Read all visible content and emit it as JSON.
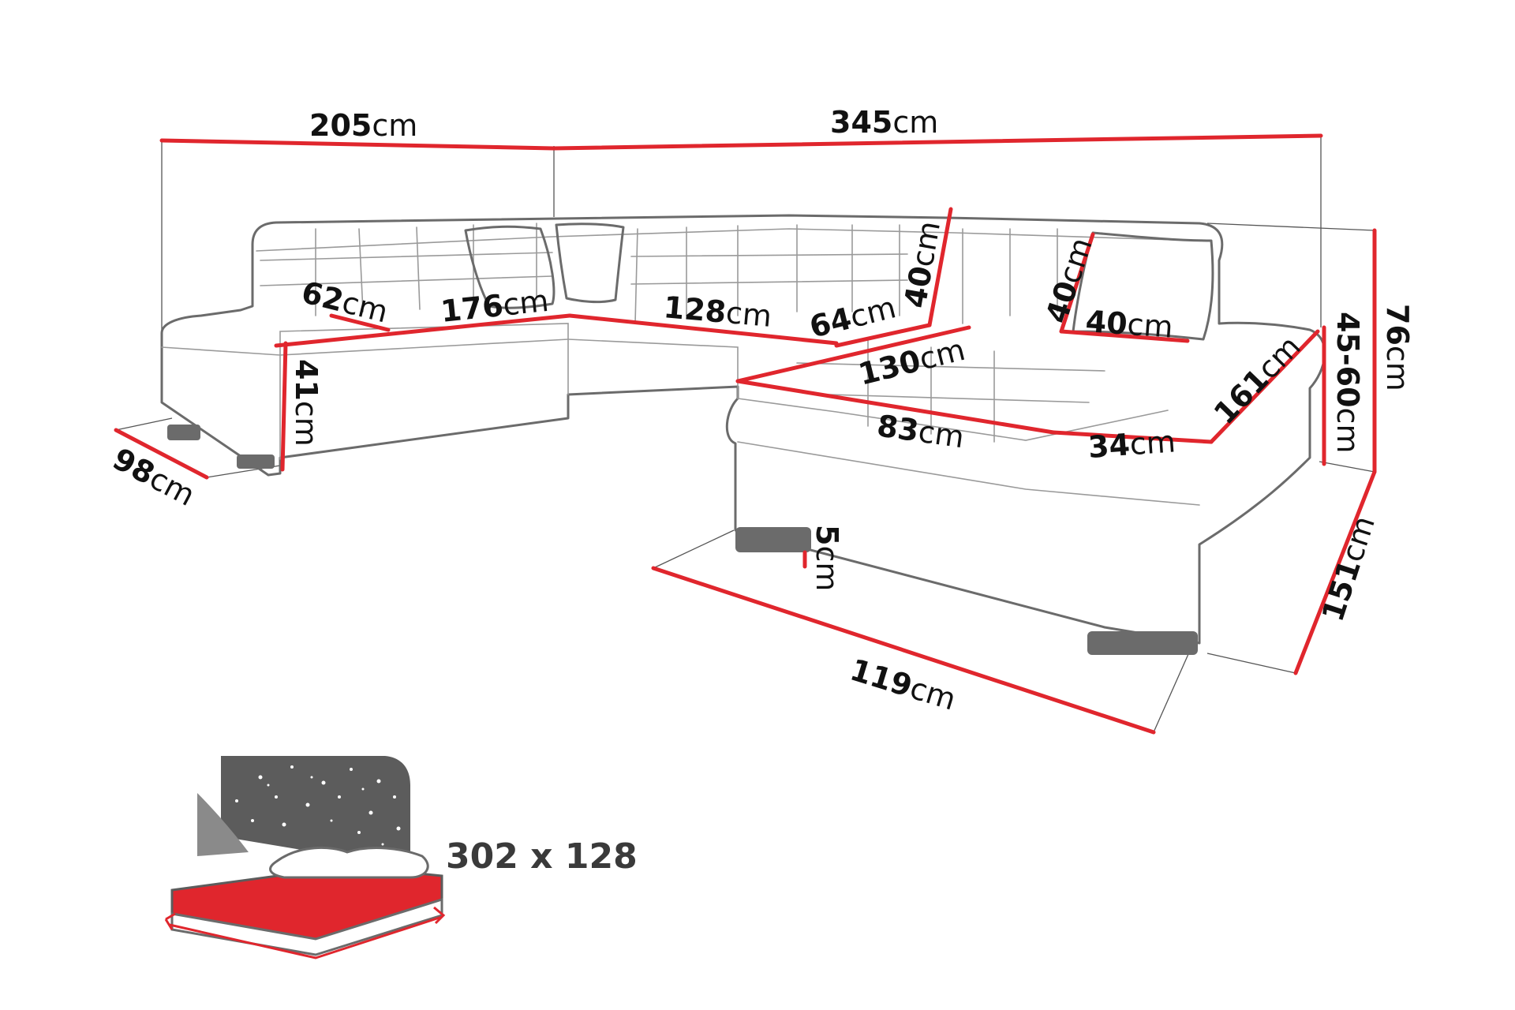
{
  "colors": {
    "dimension_line": "#e0262d",
    "sofa_outline": "#6b6b6b",
    "bed_mattress": "#e0262d",
    "bed_background": "#5c5c5c",
    "label_text": "#111111"
  },
  "dimensions": {
    "total_width_left": {
      "value": "205",
      "unit": "cm"
    },
    "total_width_main": {
      "value": "345",
      "unit": "cm"
    },
    "seat_depth_left": {
      "value": "62",
      "unit": "cm"
    },
    "seat_width_left": {
      "value": "176",
      "unit": "cm"
    },
    "seat_width_center": {
      "value": "128",
      "unit": "cm"
    },
    "seat_depth_center": {
      "value": "64",
      "unit": "cm"
    },
    "backrest_height": {
      "value": "40",
      "unit": "cm"
    },
    "pillow_height": {
      "value": "40",
      "unit": "cm"
    },
    "pillow_width": {
      "value": "40",
      "unit": "cm"
    },
    "chaise_width": {
      "value": "130",
      "unit": "cm"
    },
    "chaise_depth": {
      "value": "83",
      "unit": "cm"
    },
    "armrest_width": {
      "value": "34",
      "unit": "cm"
    },
    "armrest_length": {
      "value": "161",
      "unit": "cm"
    },
    "seat_height": {
      "value": "41",
      "unit": "cm"
    },
    "headrest_height": {
      "value": "45-60",
      "unit": "cm"
    },
    "total_height": {
      "value": "76",
      "unit": "cm"
    },
    "depth_left": {
      "value": "98",
      "unit": "cm"
    },
    "leg_height": {
      "value": "5",
      "unit": "cm"
    },
    "front_width": {
      "value": "119",
      "unit": "cm"
    },
    "side_depth": {
      "value": "151",
      "unit": "cm"
    }
  },
  "bed": {
    "size_label": "302 x 128",
    "icon": "bed-sleeping-area-icon"
  }
}
